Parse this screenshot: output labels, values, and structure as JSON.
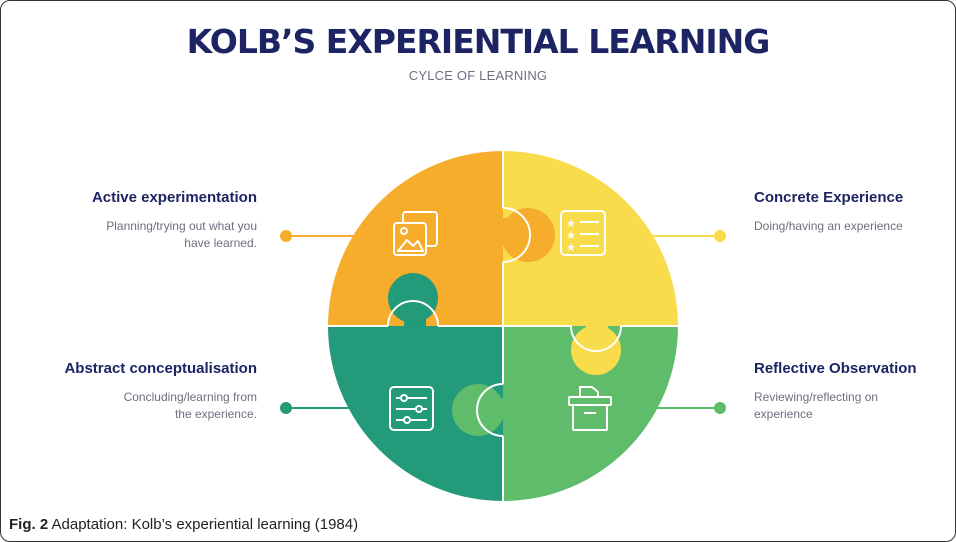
{
  "title": "KOLB’S EXPERIENTIAL LEARNING",
  "subtitle": "CYLCE OF LEARNING",
  "stages": {
    "active": {
      "heading": "Active experimentation",
      "desc_line1": "Planning/trying out what you",
      "desc_line2": "have learned.",
      "color": "#f6ad2c",
      "icon": "images-icon"
    },
    "concrete": {
      "heading": "Concrete Experience",
      "desc_line1": "Doing/having an experience",
      "color": "#f9dc4c",
      "icon": "checklist-icon"
    },
    "abstract": {
      "heading": "Abstract conceptualisation",
      "desc_line1": "Concluding/learning from",
      "desc_line2": "the experience.",
      "color": "#239a7a",
      "icon": "sliders-icon"
    },
    "reflective": {
      "heading": "Reflective Observation",
      "desc_line1": "Reviewing/reflecting on",
      "desc_line2": "experience",
      "color": "#5fbc6a",
      "icon": "archive-box-icon"
    }
  },
  "caption": {
    "label": "Fig. 2",
    "text": "Adaptation: Kolb’s experiential learning (1984)"
  }
}
